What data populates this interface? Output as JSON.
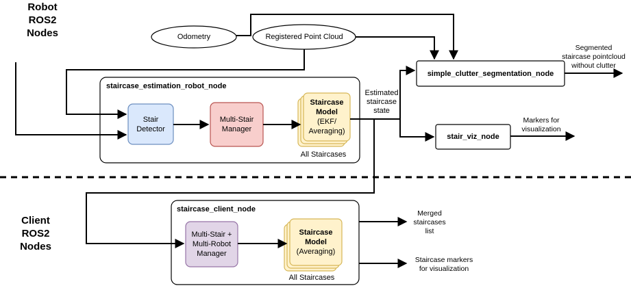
{
  "sections": {
    "robot": {
      "line1": "Robot",
      "line2": "ROS2",
      "line3": "Nodes"
    },
    "client": {
      "line1": "Client",
      "line2": "ROS2",
      "line3": "Nodes"
    }
  },
  "inputs": {
    "odometry": "Odometry",
    "point_cloud": "Registered Point Cloud"
  },
  "robot_node": {
    "title": "staircase_estimation_robot_node",
    "stair_detector": {
      "line1": "Stair",
      "line2": "Detector"
    },
    "multi_stair_manager": {
      "line1": "Multi-Stair",
      "line2": "Manager"
    },
    "staircase_model": {
      "line1": "Staircase",
      "line2": "Model",
      "line3": "(EKF/",
      "line4": "Averaging)"
    },
    "all_staircases": "All Staircases"
  },
  "estimated_state": {
    "line1": "Estimated",
    "line2": "staircase",
    "line3": "state"
  },
  "segmentation_node": {
    "title": "simple_clutter_segmentation_node"
  },
  "segmented_output": {
    "line1": "Segmented",
    "line2": "staircase pointcloud",
    "line3": "without clutter"
  },
  "viz_node": {
    "title": "stair_viz_node"
  },
  "viz_output": {
    "line1": "Markers for",
    "line2": "visualization"
  },
  "client_node": {
    "title": "staircase_client_node",
    "manager": {
      "line1": "Multi-Stair +",
      "line2": "Multi-Robot",
      "line3": "Manager"
    },
    "staircase_model": {
      "line1": "Staircase",
      "line2": "Model",
      "line3": "(Averaging)"
    },
    "all_staircases": "All Staircases"
  },
  "merged_output": {
    "line1": "Merged",
    "line2": "staircases",
    "line3": "list"
  },
  "markers_output": {
    "line1": "Staircase markers",
    "line2": "for visualization"
  },
  "colors": {
    "stair_detector": "#dae8fc",
    "stair_detector_border": "#6c8ebf",
    "multi_stair_manager": "#f8cecc",
    "multi_stair_manager_border": "#b85450",
    "staircase_model": "#fff2cc",
    "staircase_model_border": "#d6b656",
    "client_manager": "#e1d5e7",
    "client_manager_border": "#9673a6"
  }
}
